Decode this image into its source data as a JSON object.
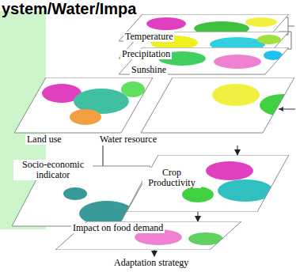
{
  "diagram": {
    "title": "ystem/Water/Impa",
    "nodes": [
      {
        "text": [
          "Temperature"
        ]
      },
      {
        "text": [
          "Precipitation"
        ]
      },
      {
        "text": [
          "Sunshine"
        ]
      },
      {
        "text": [
          "Land use"
        ]
      },
      {
        "text": [
          "Water resource"
        ]
      },
      {
        "text": [
          "Socio-economic indicator"
        ]
      },
      {
        "text": [
          "Crop Productivity"
        ]
      },
      {
        "text": [
          "Impact on food demand"
        ]
      },
      {
        "text": [
          "Adaptation strategy"
        ]
      }
    ],
    "edges": [
      {
        "from": 3,
        "to": 6,
        "arrow": "to"
      },
      {
        "from": 4,
        "to": 6,
        "arrow": "to"
      },
      {
        "from": 6,
        "to": 7,
        "arrow": "to"
      },
      {
        "from": 7,
        "to": 8,
        "arrow": "to"
      }
    ]
  }
}
